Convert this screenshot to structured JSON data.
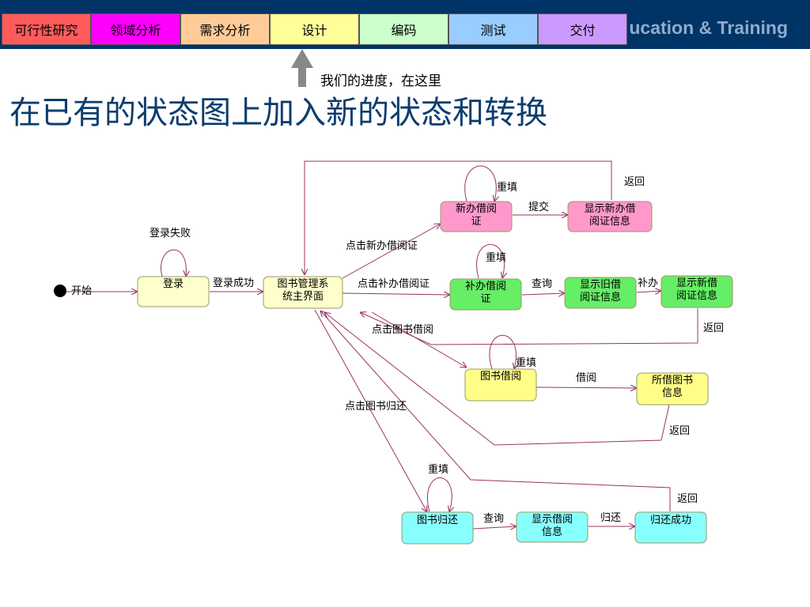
{
  "header": {
    "brand": "ucation & Training",
    "phases": [
      {
        "label": "可行性研究",
        "color": "#ff5b5b"
      },
      {
        "label": "领域分析",
        "color": "#ff00ff"
      },
      {
        "label": "需求分析",
        "color": "#ffcc99"
      },
      {
        "label": "设计",
        "color": "#ffff99"
      },
      {
        "label": "编码",
        "color": "#ccffcc"
      },
      {
        "label": "测试",
        "color": "#99ccff"
      },
      {
        "label": "交付",
        "color": "#cc99ff"
      }
    ]
  },
  "progress_note": "我们的进度，在这里",
  "title": "在已有的状态图上加入新的状态和转换",
  "diagram": {
    "start_label": "开始",
    "states": {
      "login": "登录",
      "main": [
        "图书管理系",
        "统主界面"
      ],
      "new_card": [
        "新办借阅",
        "证"
      ],
      "show_new_card": [
        "显示新办借",
        "阅证信息"
      ],
      "reissue_card": [
        "补办借阅",
        "证"
      ],
      "show_old_card": [
        "显示旧借",
        "阅证信息"
      ],
      "show_new_card_info": [
        "显示新借",
        "阅证信息"
      ],
      "borrow": "图书借阅",
      "borrowed_info": [
        "所借图书",
        "信息"
      ],
      "return_book": "图书归还",
      "show_borrow_info": [
        "显示借阅",
        "信息"
      ],
      "return_ok": "归还成功"
    },
    "transitions": {
      "login_fail": "登录失败",
      "login_success": "登录成功",
      "click_new_card": "点击新办借阅证",
      "click_reissue": "点击补办借阅证",
      "click_borrow": "点击图书借阅",
      "click_return": "点击图书归还",
      "refill_1": "重填",
      "refill_2": "重填",
      "refill_3": "重填",
      "refill_4": "重填",
      "submit": "提交",
      "query_1": "查询",
      "query_2": "查询",
      "reissue": "补办",
      "borrow_action": "借阅",
      "return_action": "归还",
      "back_1": "返回",
      "back_2": "返回",
      "back_3": "返回",
      "back_4": "返回"
    },
    "colors": {
      "line": "#993366",
      "login": "#ffffcc",
      "pink": "#ff99cc",
      "green": "#66ee66",
      "yellow": "#ffff88",
      "cyan": "#88ffff"
    }
  }
}
